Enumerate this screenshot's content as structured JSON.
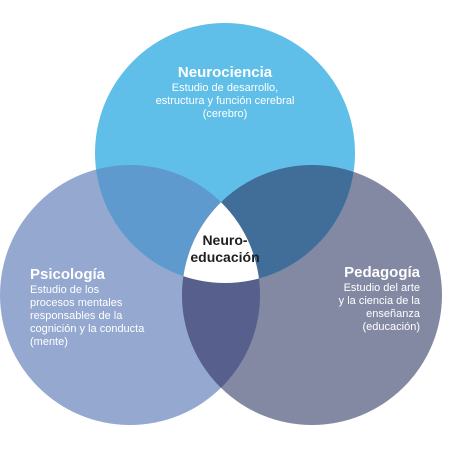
{
  "colors": {
    "neurociencia_circle": "#60bfe8",
    "psicologia_circle": "#94a8d0",
    "pedagogia_circle": "#8489a3",
    "overlap_neuro_psico": "#5e9acd",
    "overlap_neuro_peda": "#416d99",
    "overlap_psico_peda": "#575f8c",
    "center_region": "#ffffff",
    "text_light": "#ffffff",
    "text_center": "#1f1f1f"
  },
  "sets": {
    "neurociencia": {
      "title": "Neurociencia",
      "description": "Estudio de desarrollo,\nestructura y función cerebral\n(cerebro)"
    },
    "psicologia": {
      "title": "Psicología",
      "description": "Estudio de los\nprocesos mentales\nresponsables de la\ncognición y la conducta\n(mente)"
    },
    "pedagogia": {
      "title": "Pedagogía",
      "description": "Estudio del arte\ny la ciencia de la\nenseñanza\n(educación)"
    }
  },
  "intersection": {
    "label": "Neuro-\neducación"
  }
}
